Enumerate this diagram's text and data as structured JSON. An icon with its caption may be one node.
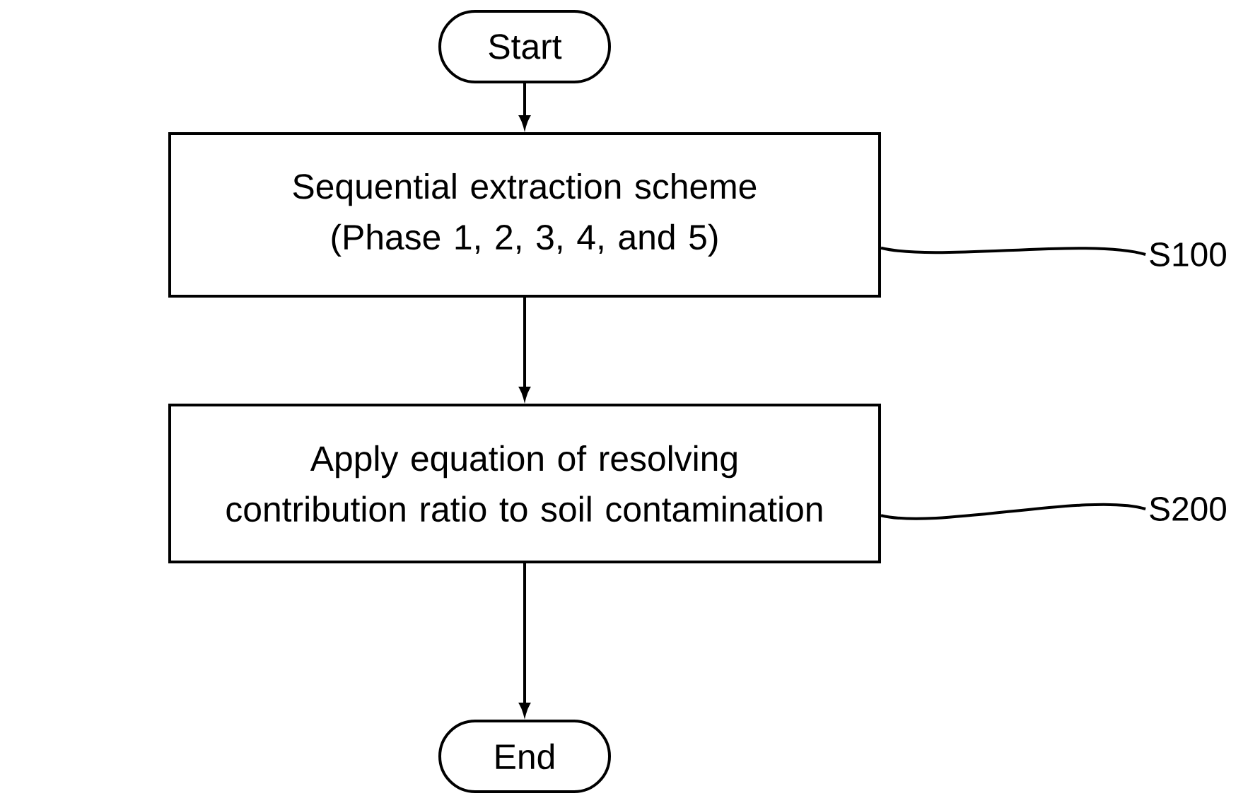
{
  "diagram": {
    "nodes": [
      {
        "text": [
          "Start"
        ]
      },
      {
        "text": [
          "Sequential extraction scheme (Phase 1, 2, 3, 4, and 5)"
        ]
      },
      {
        "text": [
          "Apply equation of resolving contribution ratio to soil contamination"
        ]
      },
      {
        "text": [
          "End"
        ]
      },
      {
        "text": [
          "S100"
        ]
      },
      {
        "text": [
          "S200"
        ]
      }
    ],
    "edges": [
      {
        "from": 0,
        "to": 1,
        "arrow": "to"
      },
      {
        "from": 1,
        "to": 2,
        "arrow": "to"
      },
      {
        "from": 2,
        "to": 3,
        "arrow": "to"
      },
      {
        "from": 4,
        "to": 1,
        "arrow": "none"
      },
      {
        "from": 5,
        "to": 2,
        "arrow": "none"
      }
    ]
  }
}
